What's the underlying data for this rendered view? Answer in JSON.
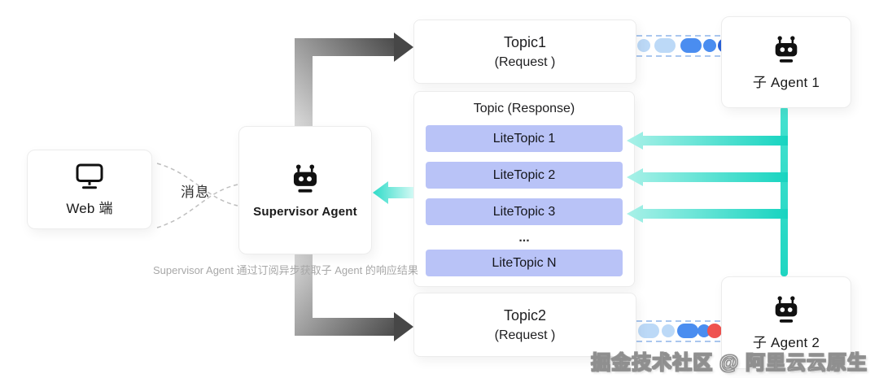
{
  "diagram": {
    "web": {
      "label": "Web 端"
    },
    "message_label": "消息",
    "supervisor": {
      "label": "Supervisor Agent"
    },
    "caption": "Supervisor Agent 通过订阅异步获取子 Agent 的响应结果",
    "topic1": {
      "title": "Topic1",
      "subtitle": "(Request )"
    },
    "topic_response": {
      "title": "Topic (Response)",
      "rows": [
        "LiteTopic 1",
        "LiteTopic 2",
        "LiteTopic 3"
      ],
      "ellipsis": "...",
      "last_row": "LiteTopic N"
    },
    "topic2": {
      "title": "Topic2",
      "subtitle": "(Request )"
    },
    "agent1": {
      "label": "子 Agent 1"
    },
    "agent2": {
      "label": "子 Agent 2"
    },
    "watermark": "掘金技术社区 @ 阿里云云原生",
    "edges": [
      {
        "from": "supervisor-agent",
        "to": "topic1",
        "style": "gray-gradient-arrow"
      },
      {
        "from": "supervisor-agent",
        "to": "topic2",
        "style": "gray-gradient-arrow"
      },
      {
        "from": "topic-response",
        "to": "supervisor-agent",
        "style": "teal-arrow"
      },
      {
        "from": "sub-agents",
        "to": "litetopic-1",
        "style": "teal-arrow"
      },
      {
        "from": "sub-agents",
        "to": "litetopic-2",
        "style": "teal-arrow"
      },
      {
        "from": "sub-agents",
        "to": "litetopic-3",
        "style": "teal-arrow"
      },
      {
        "from": "web",
        "to": "supervisor-agent",
        "style": "dashed-curves",
        "label": "消息"
      },
      {
        "from": "topic1",
        "to": "agent1",
        "style": "dashed-queue-pills"
      },
      {
        "from": "topic2",
        "to": "agent2",
        "style": "dashed-queue-pills"
      }
    ]
  },
  "colors": {
    "lite_topic_bg": "#b9c3f7",
    "teal_dark": "#17d4c0",
    "teal_light": "#a9f1e8",
    "arrow_gray_dark": "#474747",
    "arrow_gray_light": "#d8d8d8",
    "pill_light_blue": "#bcd9f7",
    "pill_blue": "#4a8df0",
    "pill_navy": "#2a62d9",
    "pill_red": "#ef5350",
    "queue_dash": "#aac7ef"
  }
}
